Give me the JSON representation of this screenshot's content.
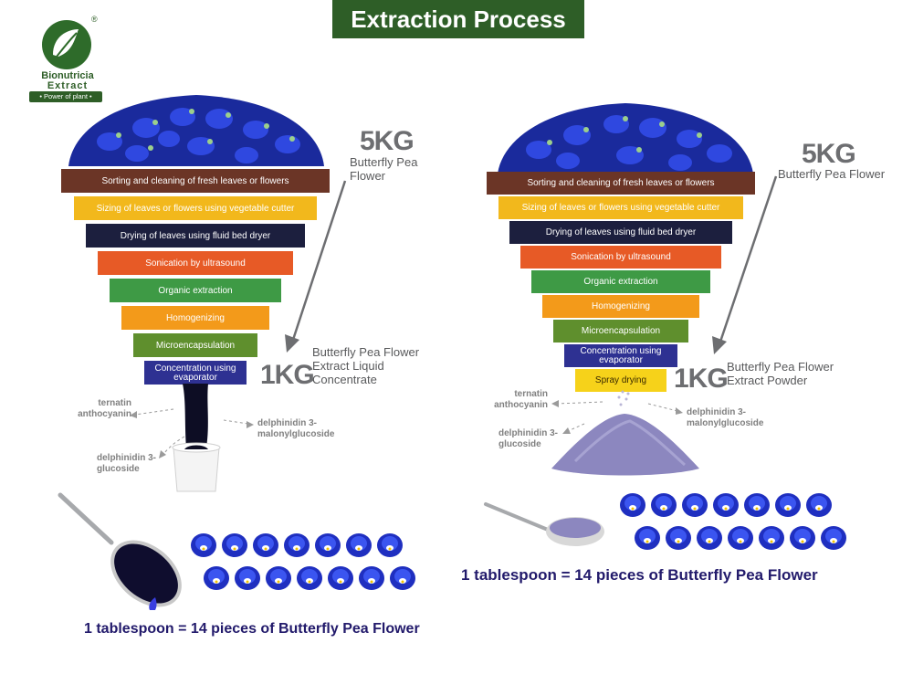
{
  "header": {
    "title": "Extraction Process"
  },
  "logo": {
    "name_line1": "Bionutricia",
    "name_line2": "Extract",
    "tagline": "• Power of plant •",
    "registered": "®"
  },
  "colors": {
    "title_bg": "#2e5e27",
    "caption": "#221a6b",
    "flower": "#1f2fc0"
  },
  "left": {
    "steps": [
      {
        "label": "Sorting and cleaning of fresh leaves or flowers",
        "color": "#6b3526"
      },
      {
        "label": "Sizing of leaves or flowers using vegetable cutter",
        "color": "#f2b81c"
      },
      {
        "label": "Drying of leaves using fluid bed dryer",
        "color": "#1c1f3e"
      },
      {
        "label": "Sonication by ultrasound",
        "color": "#e75a26"
      },
      {
        "label": "Organic extraction",
        "color": "#3e9a45"
      },
      {
        "label": "Homogenizing",
        "color": "#f39a1a"
      },
      {
        "label": "Microencapsulation",
        "color": "#5f8f2d"
      },
      {
        "label": "Concentration using evaporator",
        "color": "#2e3192"
      }
    ],
    "input_amount": "5KG",
    "input_label": "Butterfly Pea Flower",
    "output_amount": "1KG",
    "output_label": "Butterfly Pea Flower Extract Liquid Concentrate",
    "compounds": {
      "ternatin": "ternatin anthocyanin",
      "delphinidin_malonyl": "delphinidin 3-malonylglucoside",
      "delphinidin_glucoside": "delphinidin 3-glucoside"
    },
    "caption": "1 tablespoon = 14 pieces of Butterfly Pea Flower",
    "flower_count": 14
  },
  "right": {
    "steps": [
      {
        "label": "Sorting and cleaning of fresh leaves or flowers",
        "color": "#6b3526"
      },
      {
        "label": "Sizing of leaves or flowers using vegetable cutter",
        "color": "#f2b81c"
      },
      {
        "label": "Drying of leaves using fluid bed dryer",
        "color": "#1c1f3e"
      },
      {
        "label": "Sonication by ultrasound",
        "color": "#e75a26"
      },
      {
        "label": "Organic extraction",
        "color": "#3e9a45"
      },
      {
        "label": "Homogenizing",
        "color": "#f39a1a"
      },
      {
        "label": "Microencapsulation",
        "color": "#5f8f2d"
      },
      {
        "label": "Concentration using evaporator",
        "color": "#2e3192"
      },
      {
        "label": "Spray drying",
        "color": "#f6d21a"
      }
    ],
    "input_amount": "5KG",
    "input_label": "Butterfly Pea Flower",
    "output_amount": "1KG",
    "output_label": "Butterfly Pea Flower Extract  Powder",
    "compounds": {
      "ternatin": "ternatin anthocyanin",
      "delphinidin_malonyl": "delphinidin 3-malonylglucoside",
      "delphinidin_glucoside": "delphinidin 3-glucoside"
    },
    "caption": "1 tablespoon = 14 pieces of Butterfly Pea Flower",
    "flower_count": 14
  }
}
